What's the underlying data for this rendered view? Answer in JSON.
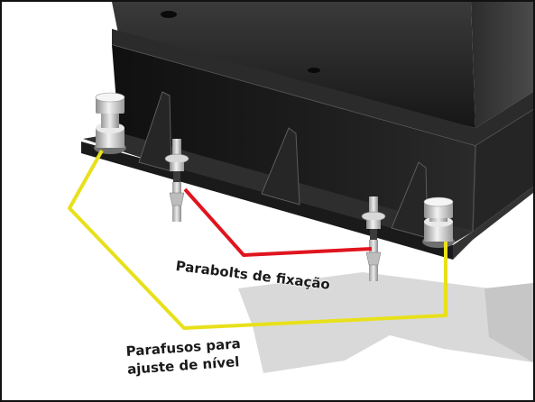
{
  "labels": {
    "anchor_bolts": "Parabolts de fixação",
    "leveling_screws_line1": "Parafusos para",
    "leveling_screws_line2": "ajuste de nível"
  },
  "colors": {
    "leveling_leader": "#e8e01a",
    "anchor_leader": "#e0141e",
    "machine_body": "#1b1b1b",
    "floor_shadow": "#d6d6d6",
    "bolt_metal": "#c9c9c9"
  }
}
